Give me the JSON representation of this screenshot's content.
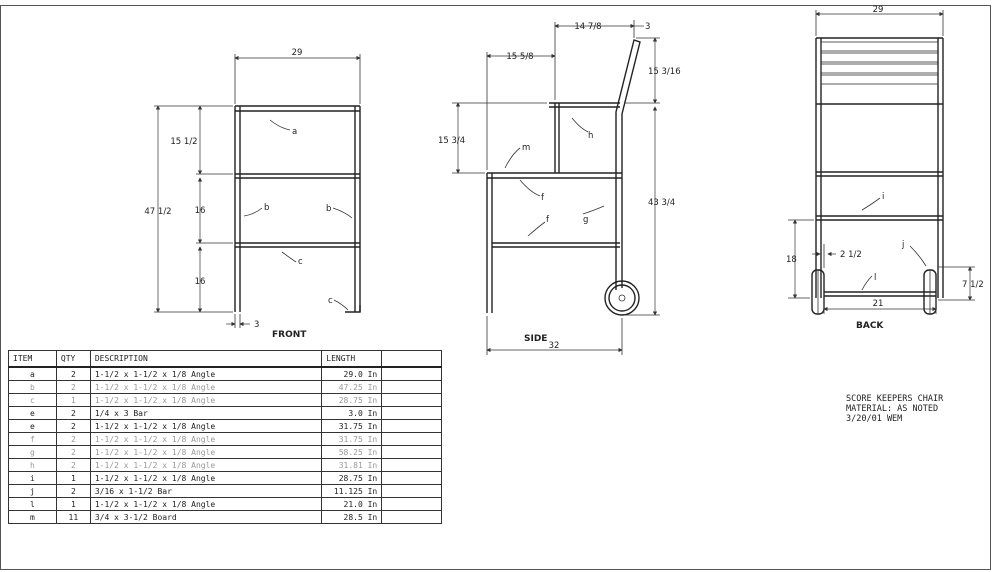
{
  "front_view": {
    "label": "FRONT",
    "dim_width": "29",
    "dim_top": "15 1/2",
    "dim_height": "47 1/2",
    "dim_mid": "16",
    "dim_bottom": "16",
    "dim_leg": "3",
    "part_tags": [
      "a",
      "b",
      "b",
      "c",
      "c"
    ]
  },
  "side_view": {
    "label": "SIDE",
    "dim_top_offset": "14 7/8",
    "dim_back_tilt": "3",
    "dim_seat_depth": "15 5/8",
    "dim_back_height": "15 3/16",
    "dim_arm": "15 3/4",
    "dim_total_height": "43 3/4",
    "dim_overall_depth": "32",
    "part_tags": [
      "h",
      "m",
      "f",
      "g",
      "f"
    ]
  },
  "back_view": {
    "label": "BACK",
    "dim_width": "29",
    "dim_axle_height": "18",
    "dim_wheel_offset": "2 1/2",
    "dim_wheel_dia": "7 1/2",
    "dim_axle_span": "21",
    "part_tags": [
      "i",
      "j",
      "l"
    ]
  },
  "bill_of_materials": {
    "headers": [
      "ITEM",
      "QTY",
      "DESCRIPTION",
      "LENGTH",
      ""
    ],
    "rows": [
      {
        "item": "a",
        "qty": "2",
        "desc": "1-1/2 x 1-1/2 x 1/8 Angle",
        "length": "29.0 In",
        "faint": false
      },
      {
        "item": "b",
        "qty": "2",
        "desc": "1-1/2 x 1-1/2 x 1/8 Angle",
        "length": "47.25 In",
        "faint": true
      },
      {
        "item": "c",
        "qty": "1",
        "desc": "1-1/2 x 1-1/2 x 1/8 Angle",
        "length": "28.75 In",
        "faint": true
      },
      {
        "item": "e",
        "qty": "2",
        "desc": "1/4 x 3 Bar",
        "length": "3.0 In",
        "faint": false
      },
      {
        "item": "e",
        "qty": "2",
        "desc": "1-1/2 x 1-1/2 x 1/8 Angle",
        "length": "31.75 In",
        "faint": false
      },
      {
        "item": "f",
        "qty": "2",
        "desc": "1-1/2 x 1-1/2 x 1/8 Angle",
        "length": "31.75 In",
        "faint": true
      },
      {
        "item": "g",
        "qty": "2",
        "desc": "1-1/2 x 1-1/2 x 1/8 Angle",
        "length": "58.25 In",
        "faint": true
      },
      {
        "item": "h",
        "qty": "2",
        "desc": "1-1/2 x 1-1/2 x 1/8 Angle",
        "length": "31.81 In",
        "faint": true
      },
      {
        "item": "i",
        "qty": "1",
        "desc": "1-1/2 x 1-1/2 x 1/8 Angle",
        "length": "28.75 In",
        "faint": false
      },
      {
        "item": "j",
        "qty": "2",
        "desc": "3/16 x 1-1/2 Bar",
        "length": "11.125 In",
        "faint": false
      },
      {
        "item": "l",
        "qty": "1",
        "desc": "1-1/2 x 1-1/2 x 1/8 Angle",
        "length": "21.0 In",
        "faint": false
      },
      {
        "item": "m",
        "qty": "11",
        "desc": "3/4 x 3-1/2 Board",
        "length": "28.5 In",
        "faint": false
      }
    ]
  },
  "title_block": {
    "line1": "SCORE KEEPERS CHAIR",
    "line2": "MATERIAL: AS NOTED",
    "line3": "3/20/01  WEM"
  }
}
